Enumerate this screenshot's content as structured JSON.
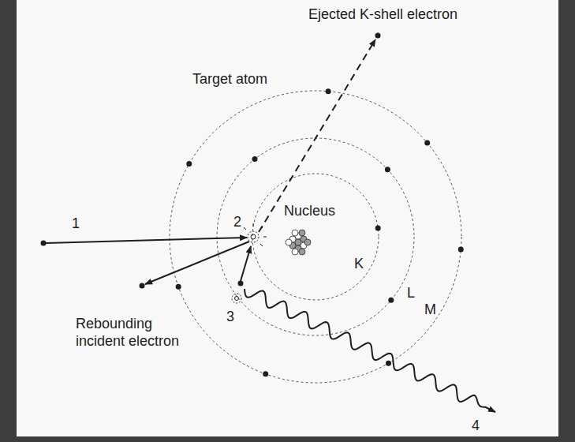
{
  "diagram": {
    "labels": [
      "Ejected K-shell electron",
      "Target atom",
      "1",
      "2",
      "Nucleus",
      "K",
      "L",
      "M",
      "Rebounding incident electron",
      "3",
      "4"
    ]
  }
}
